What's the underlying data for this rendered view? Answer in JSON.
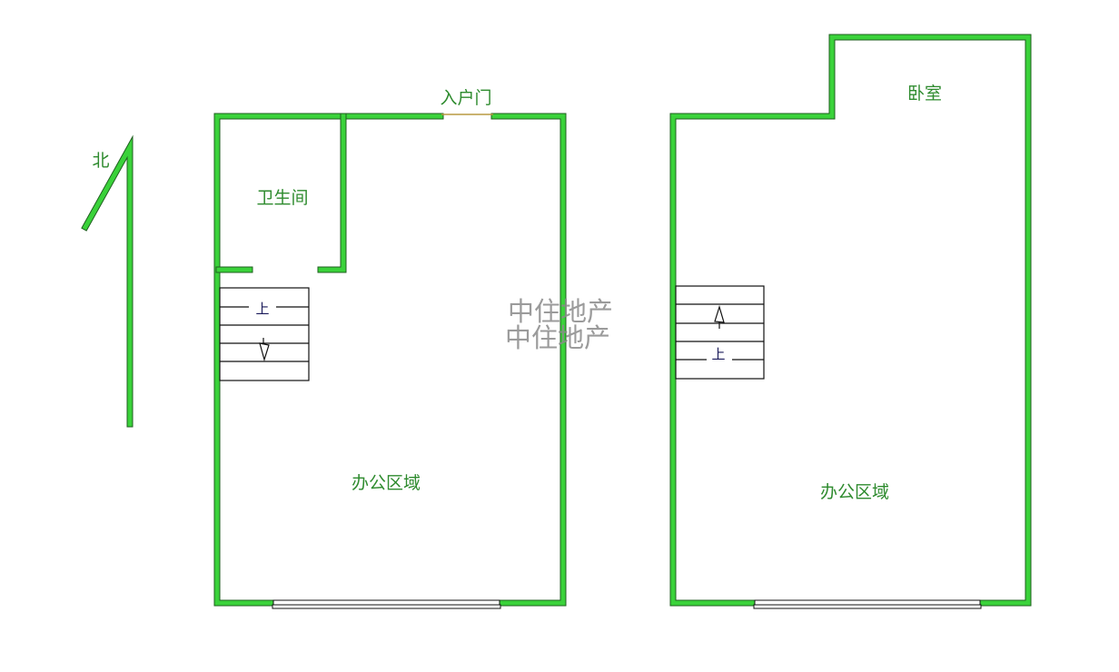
{
  "compass": {
    "label": "北"
  },
  "unit_left": {
    "entrance": "入户门",
    "bathroom": "卫生间",
    "office": "办公区域",
    "stair_label": "上"
  },
  "unit_right": {
    "bedroom": "卧室",
    "office": "办公区域",
    "stair_label": "上"
  },
  "watermark": {
    "line1": "中住地产",
    "line2": "中住地产"
  },
  "colors": {
    "wall": "#3ad23a",
    "label": "#2e8b2e"
  }
}
